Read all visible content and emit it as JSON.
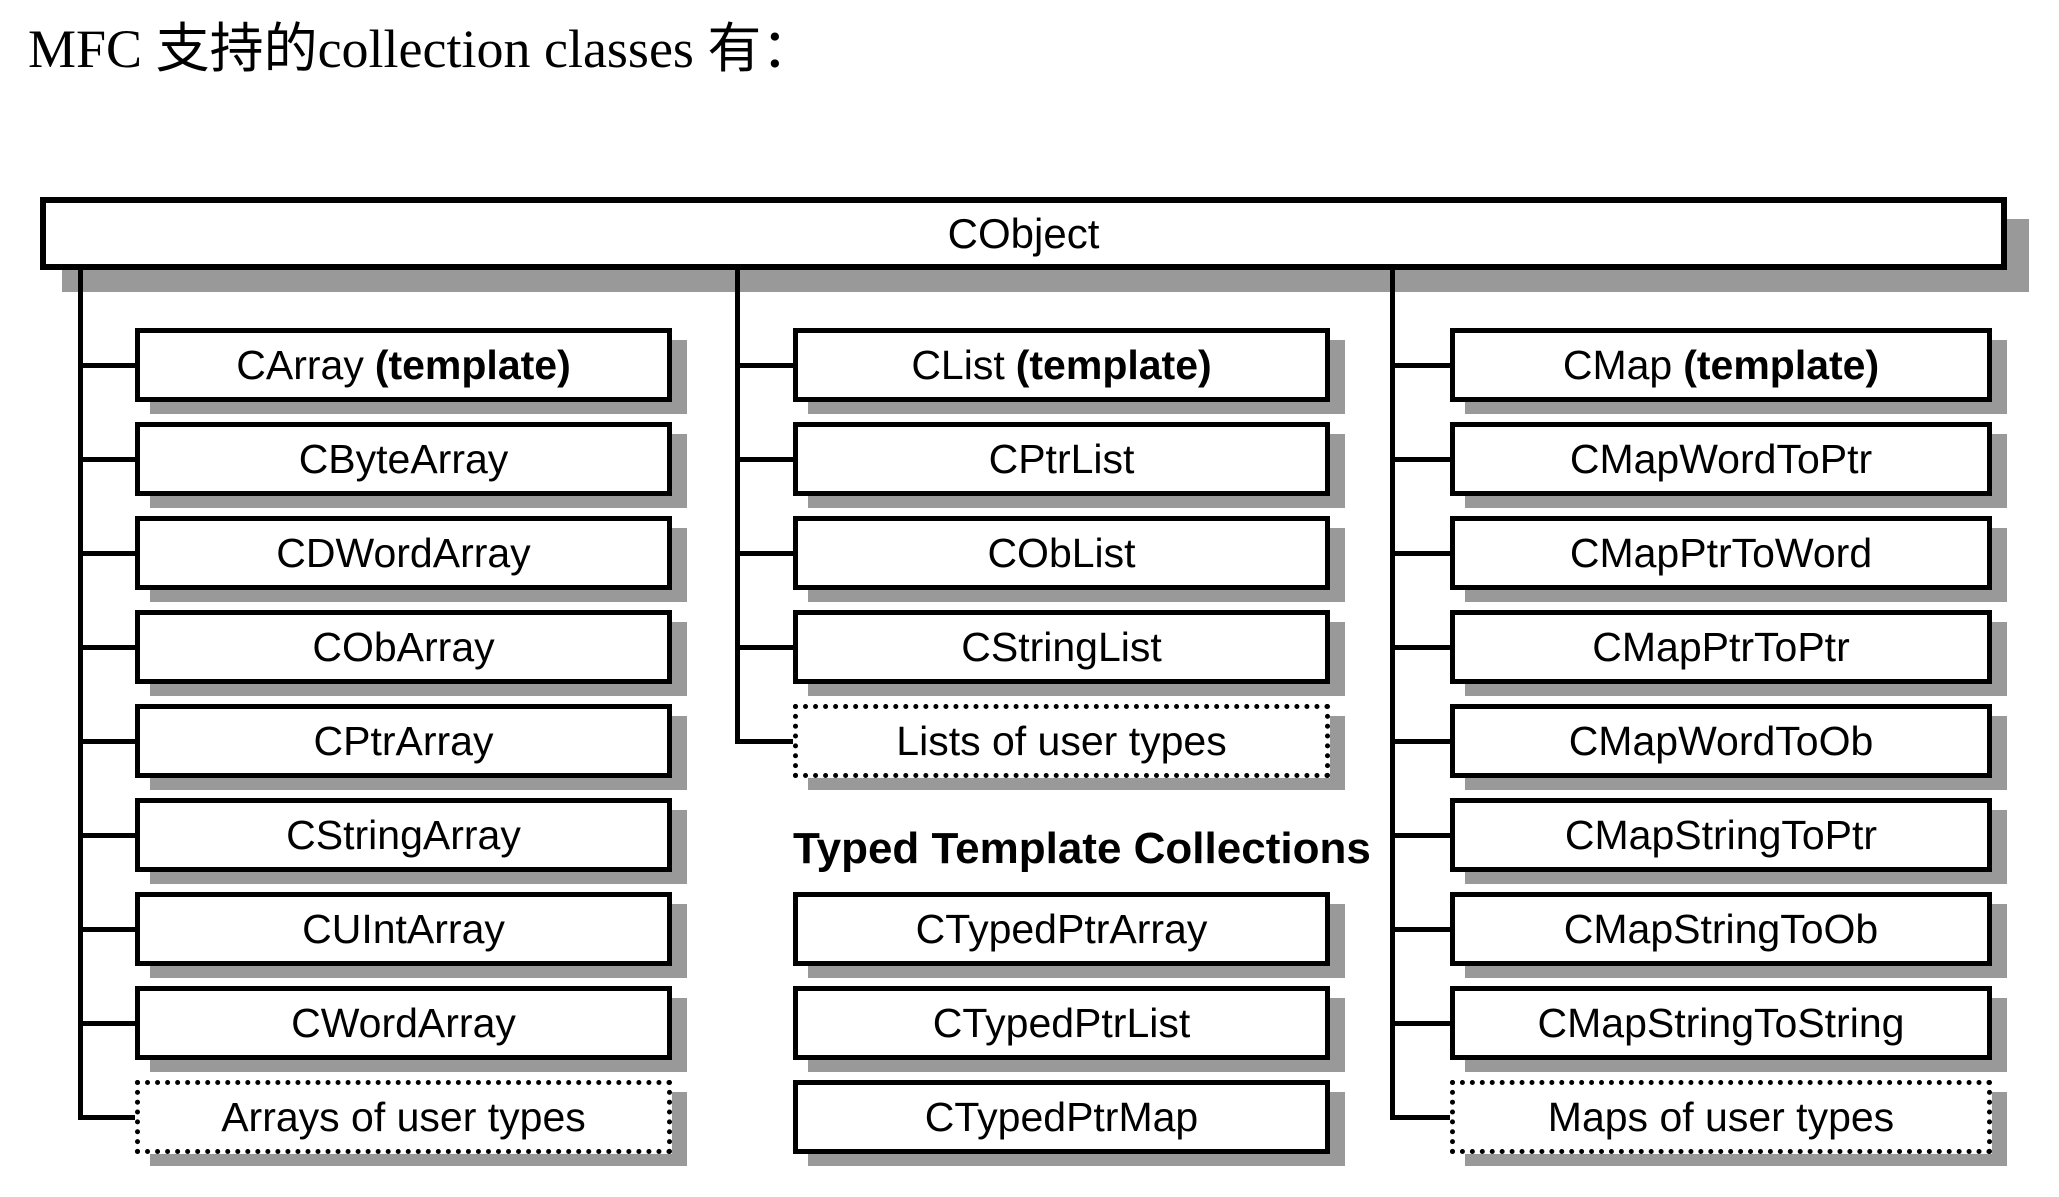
{
  "title": "MFC 支持的collection classes 有：",
  "root": {
    "label": "CObject"
  },
  "columns": [
    {
      "id": "arrays",
      "boxes": [
        {
          "label": "CArray",
          "bold_suffix": "(template)",
          "row": 0,
          "dotted": false
        },
        {
          "label": "CByteArray",
          "row": 1,
          "dotted": false
        },
        {
          "label": "CDWordArray",
          "row": 2,
          "dotted": false
        },
        {
          "label": "CObArray",
          "row": 3,
          "dotted": false
        },
        {
          "label": "CPtrArray",
          "row": 4,
          "dotted": false
        },
        {
          "label": "CStringArray",
          "row": 5,
          "dotted": false
        },
        {
          "label": "CUIntArray",
          "row": 6,
          "dotted": false
        },
        {
          "label": "CWordArray",
          "row": 7,
          "dotted": false
        },
        {
          "label": "Arrays of user types",
          "row": 8,
          "dotted": true
        }
      ]
    },
    {
      "id": "lists",
      "boxes": [
        {
          "label": "CList",
          "bold_suffix": "(template)",
          "row": 0,
          "dotted": false
        },
        {
          "label": "CPtrList",
          "row": 1,
          "dotted": false
        },
        {
          "label": "CObList",
          "row": 2,
          "dotted": false
        },
        {
          "label": "CStringList",
          "row": 3,
          "dotted": false
        },
        {
          "label": "Lists of user types",
          "row": 4,
          "dotted": true
        }
      ]
    },
    {
      "id": "maps",
      "boxes": [
        {
          "label": "CMap",
          "bold_suffix": "(template)",
          "row": 0,
          "dotted": false
        },
        {
          "label": "CMapWordToPtr",
          "row": 1,
          "dotted": false
        },
        {
          "label": "CMapPtrToWord",
          "row": 2,
          "dotted": false
        },
        {
          "label": "CMapPtrToPtr",
          "row": 3,
          "dotted": false
        },
        {
          "label": "CMapWordToOb",
          "row": 4,
          "dotted": false
        },
        {
          "label": "CMapStringToPtr",
          "row": 5,
          "dotted": false
        },
        {
          "label": "CMapStringToOb",
          "row": 6,
          "dotted": false
        },
        {
          "label": "CMapStringToString",
          "row": 7,
          "dotted": false
        },
        {
          "label": "Maps of user types",
          "row": 8,
          "dotted": true
        }
      ]
    }
  ],
  "typed_section": {
    "heading": "Typed Template Collections",
    "boxes": [
      {
        "label": "CTypedPtrArray",
        "row": 6
      },
      {
        "label": "CTypedPtrList",
        "row": 7
      },
      {
        "label": "CTypedPtrMap",
        "row": 8
      }
    ]
  },
  "colors": {
    "shadow": "#999999",
    "line": "#000000",
    "box_background": "#ffffff",
    "text": "#000000"
  }
}
